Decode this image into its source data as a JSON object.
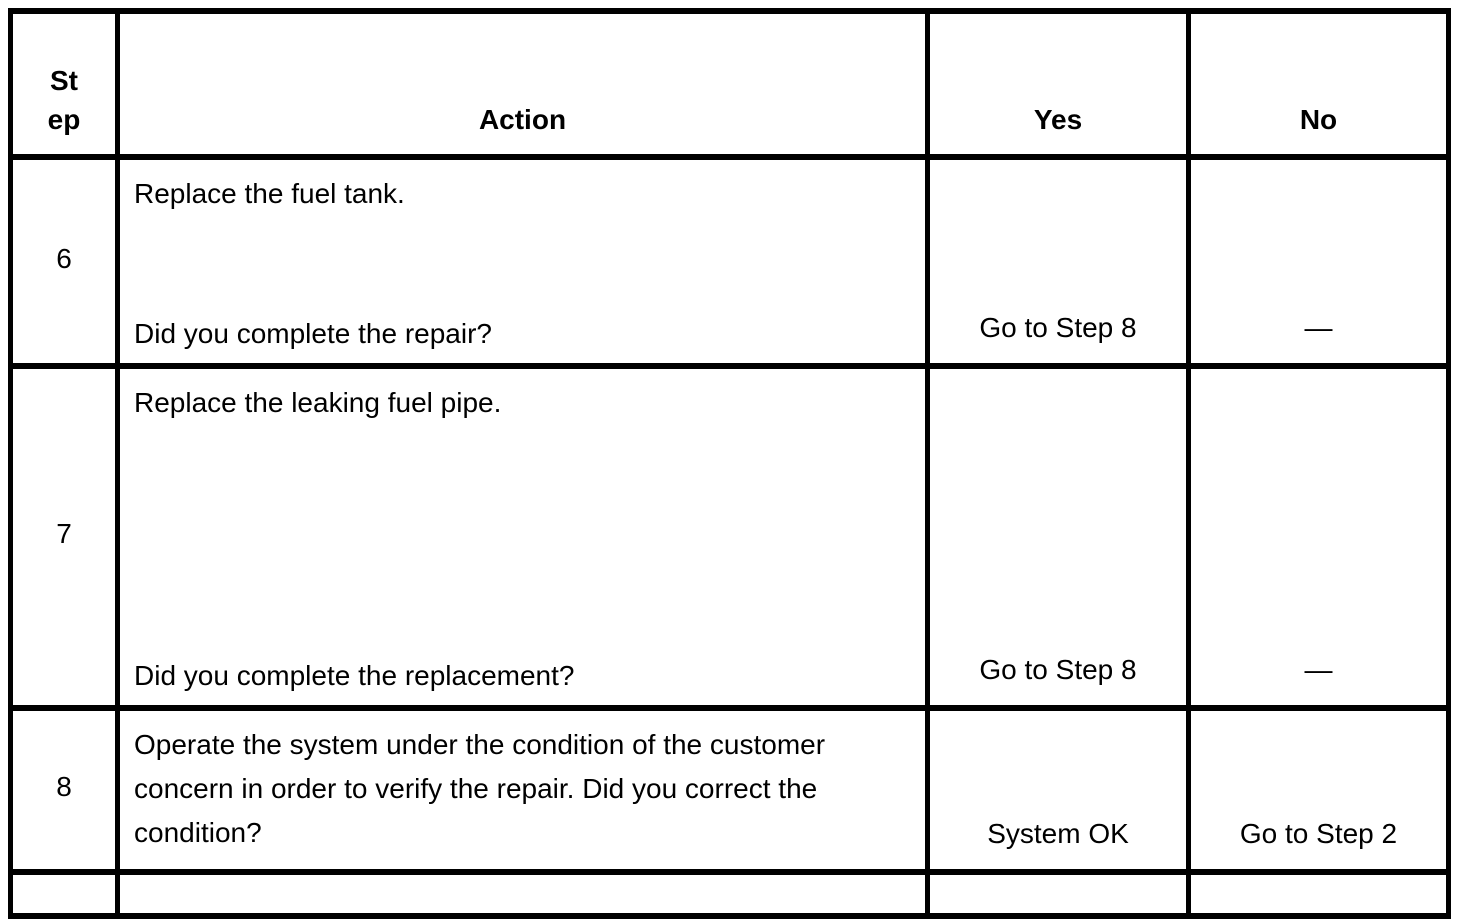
{
  "table": {
    "headers": {
      "step_line1": "St",
      "step_line2": "ep",
      "action": "Action",
      "yes": "Yes",
      "no": "No"
    },
    "rows": [
      {
        "step": "6",
        "instruction": "Replace the fuel tank.",
        "question": "Did you complete the repair?",
        "yes": "Go to Step 8",
        "no": "—"
      },
      {
        "step": "7",
        "instruction": "Replace the leaking fuel pipe.",
        "question": "Did you complete the replacement?",
        "yes": "Go to Step 8",
        "no": "—"
      },
      {
        "step": "8",
        "instruction": "Operate the system under the condition of the customer concern in order to verify the repair. Did you correct the condition?",
        "yes": "System OK",
        "no": "Go to Step 2"
      }
    ],
    "colors": {
      "border": "#000000",
      "background": "#ffffff",
      "text": "#000000"
    }
  }
}
